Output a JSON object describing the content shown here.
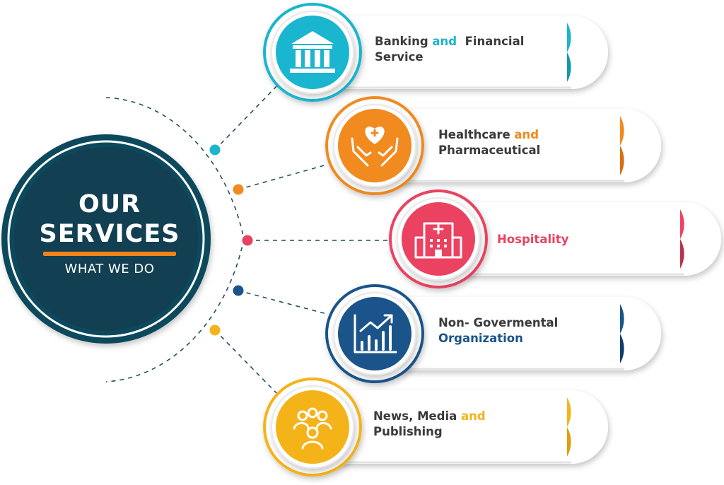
{
  "hub": {
    "title_line1": "OUR",
    "title_line2": "SERVICES",
    "subtitle": "WHAT WE DO",
    "colors": {
      "outer": "#0f4a5c",
      "inner": "#123f52",
      "bar": "#f0841a"
    }
  },
  "services": [
    {
      "line1": [
        "Banking ",
        "and",
        "  Financial"
      ],
      "line2": [
        "Service",
        "",
        ""
      ],
      "accent_line": 1,
      "icon": "bank-building-icon",
      "color": "#1ab5cf",
      "color_dark": "#0f9aae"
    },
    {
      "line1": [
        "Healthcare ",
        "and",
        ""
      ],
      "line2": [
        "Pharmaceutical",
        "",
        ""
      ],
      "accent_line": 1,
      "icon": "hands-holding-heart-icon",
      "color": "#f18a1f",
      "color_dark": "#d86f12"
    },
    {
      "line1": [
        "",
        "Hospitality",
        ""
      ],
      "line2": [
        "",
        "",
        ""
      ],
      "accent_line": 1,
      "icon": "hospital-building-icon",
      "color": "#ea4260",
      "color_dark": "#b8324f"
    },
    {
      "line1": [
        "Non- Govermental",
        "",
        ""
      ],
      "line2": [
        "",
        "Organization",
        ""
      ],
      "accent_line": 2,
      "icon": "bar-chart-trend-icon",
      "color": "#1a548a",
      "color_dark": "#103f6b"
    },
    {
      "line1": [
        "News, Media ",
        "and",
        ""
      ],
      "line2": [
        "Publishing",
        "",
        ""
      ],
      "accent_line": 1,
      "icon": "people-group-icon",
      "color": "#f5b31a",
      "color_dark": "#e29c0c"
    }
  ],
  "connectors": {
    "dot_colors": [
      "#1ab5cf",
      "#f18a1f",
      "#ea4260",
      "#1a548a",
      "#f5b31a"
    ],
    "line_color": "#1f4f63"
  }
}
